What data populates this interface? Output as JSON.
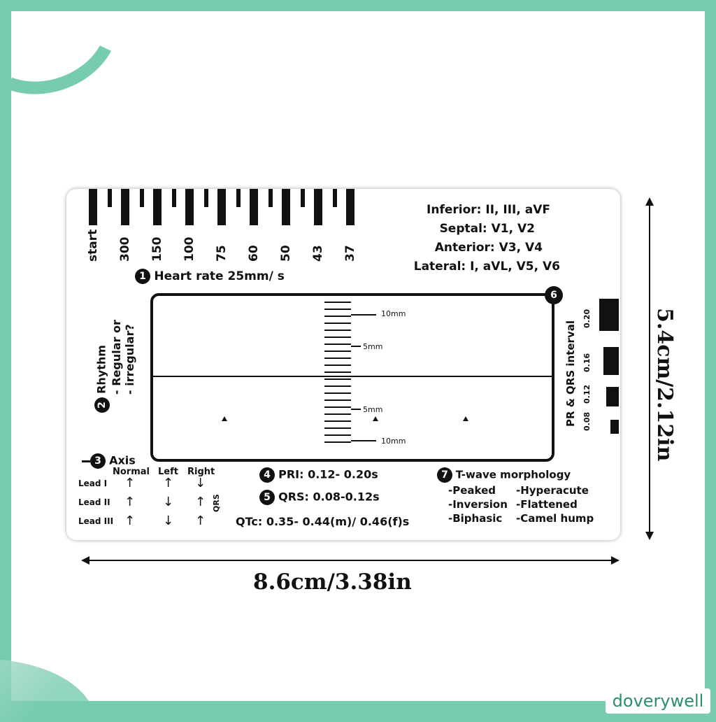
{
  "card": {
    "rate_labels": [
      "start",
      "300",
      "150",
      "100",
      "75",
      "60",
      "50",
      "43",
      "37"
    ],
    "territories": {
      "inferior": "Inferior: II, III, aVF",
      "septal": "Septal: V1, V2",
      "anterior": "Anterior: V3, V4",
      "lateral": "Lateral: I, aVL, V5, V6"
    },
    "step1": {
      "num": "1",
      "label": "Heart rate 25mm/ s"
    },
    "step2": {
      "num": "2",
      "title": "Rhythm",
      "line1": "- Regular or",
      "line2": "- irregular?"
    },
    "step3": {
      "num": "3",
      "title": "Axis",
      "cols": [
        "Normal",
        "Left",
        "Right"
      ],
      "rows": [
        "Lead I",
        "Lead II",
        "Lead III"
      ],
      "qrs": "QRS",
      "arrows": [
        [
          "↑",
          "↑",
          "↓"
        ],
        [
          "↑",
          "↓",
          "↑"
        ],
        [
          "↑",
          "↓",
          "↑"
        ]
      ]
    },
    "step4": {
      "num": "4",
      "label": "PRI: 0.12- 0.20s"
    },
    "step5": {
      "num": "5",
      "label": "QRS: 0.08-0.12s"
    },
    "qtc": "QTc: 0.35- 0.44(m)/ 0.46(f)s",
    "step6": {
      "num": "6",
      "label": "PR & QRS interval",
      "values": [
        "0.20",
        "0.16",
        "0.12",
        "0.08"
      ]
    },
    "step7": {
      "num": "7",
      "title": "T-wave morphology",
      "col1": [
        "-Peaked",
        "-Inversion",
        "-Biphasic"
      ],
      "col2": [
        "-Hyperacute",
        "-Flattened",
        "-Camel hump"
      ]
    },
    "ruler_labels": {
      "top_10": "10mm",
      "top_5": "5mm",
      "bottom_5": "5mm",
      "bottom_10": "10mm"
    }
  },
  "dimensions": {
    "height": "5.4cm/2.12in",
    "width": "8.6cm/3.38in"
  },
  "watermark": "doverywell"
}
